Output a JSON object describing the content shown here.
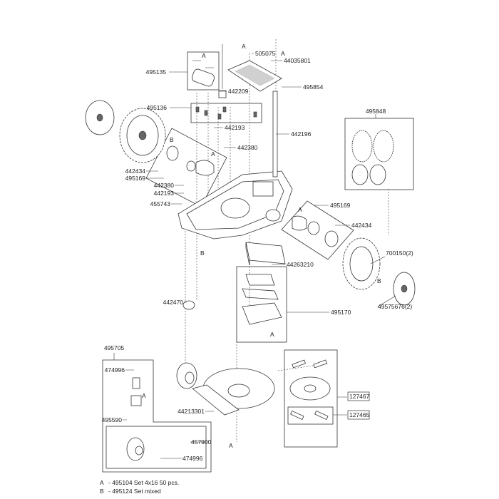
{
  "callouts": {
    "c495135": "495135",
    "c442209": "442209",
    "c505075": "505075",
    "c44035801": "44035801",
    "c495854": "495854",
    "c495136": "495136",
    "c442193a": "442193",
    "c442196": "442196",
    "c442380a": "442380",
    "c442434a": "442434",
    "c495169a": "495169",
    "c442380b": "442380",
    "c442193b": "442193",
    "c455743": "455743",
    "c495848": "495848",
    "c495169b": "495169",
    "c442434b": "442434",
    "c44263210": "44263210",
    "c700150": "700150(2)",
    "c49575676": "49575676(2)",
    "c442470": "442470",
    "c495170": "495170",
    "c495705": "495705",
    "c474996a": "474996",
    "c495590": "495590",
    "c457900": "457900",
    "c474996b": "474996",
    "c44213301": "44213301",
    "c127467": "127467",
    "c127465": "127465"
  },
  "markers": {
    "A": "A",
    "B": "B"
  },
  "legend": [
    {
      "key": "A",
      "text": "-  495104  Set 4x16  50 pcs."
    },
    {
      "key": "B",
      "text": "-  495124  Set mixed"
    }
  ]
}
